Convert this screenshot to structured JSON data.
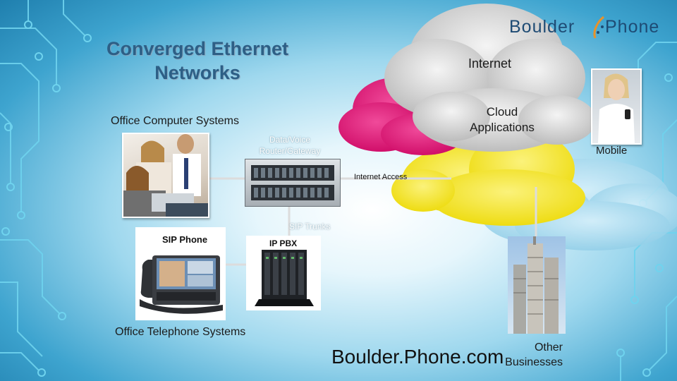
{
  "slide": {
    "title_line1": "Converged Ethernet",
    "title_line2": "Networks",
    "logo": {
      "part1": "Boulder",
      "part2": "Phone"
    },
    "labels": {
      "internet": "Internet",
      "cloud_line1": "Cloud",
      "cloud_line2": "Applications",
      "office_computer": "Office Computer Systems",
      "router_line1": "Data/Voice",
      "router_line2": "Router/Gateway",
      "mobile": "Mobile",
      "internet_access": "Internet Access",
      "sip_trunks": "SIP Trunks",
      "sip_phone": "SIP Phone",
      "ip_pbx": "IP PBX",
      "office_telephone": "Office Telephone Systems",
      "website": "Boulder.Phone.com",
      "other_line1": "Other",
      "other_line2": "Businesses"
    }
  },
  "colors": {
    "title": "#2d5f86",
    "logo_primary": "#1e4b74",
    "logo_accent": "#e8922a",
    "cloud_magenta": "#e2157a",
    "cloud_yellow": "#f2e21a",
    "cloud_gray": "#d8d8d8",
    "circuit": "#6fd3ee"
  }
}
